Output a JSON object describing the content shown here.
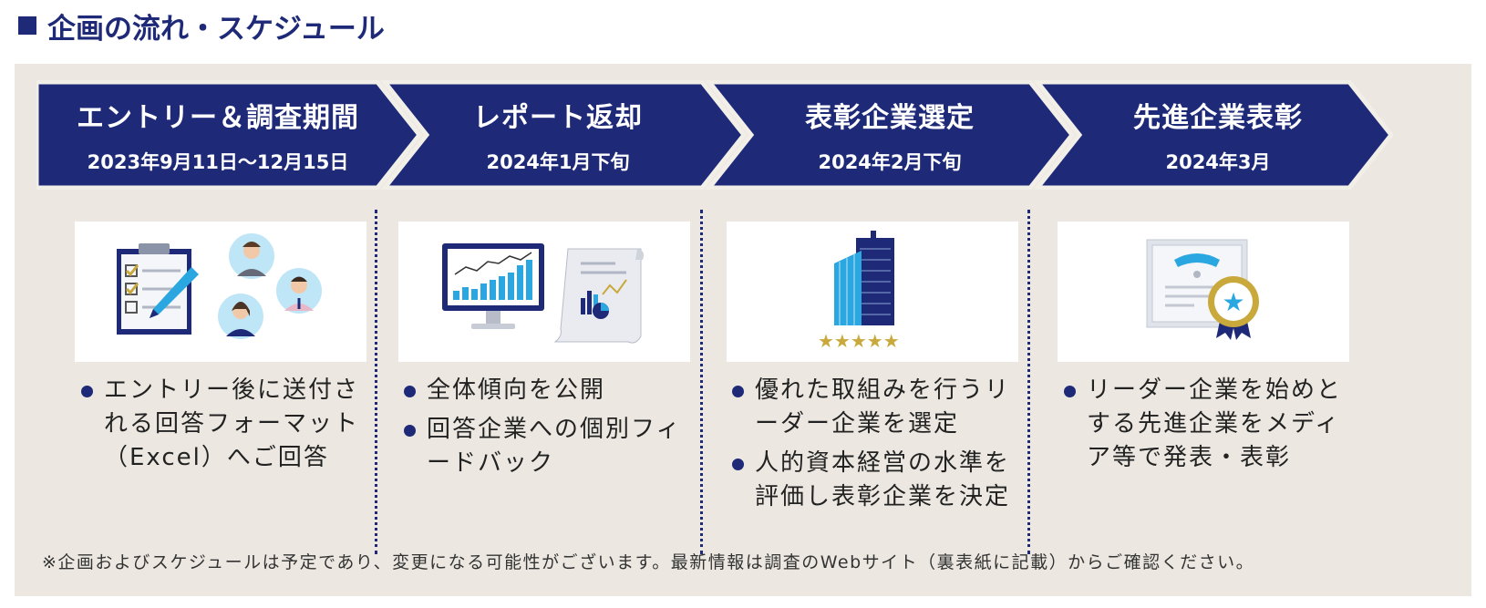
{
  "section_title": "企画の流れ・スケジュール",
  "steps": [
    {
      "title": "エントリー＆調査期間",
      "date": "2023年9月11日～12月15日",
      "bullets": [
        "エントリー後に送付される回答フォーマット（Excel）へご回答"
      ]
    },
    {
      "title": "レポート返却",
      "date": "2024年1月下旬",
      "bullets": [
        "全体傾向を公開",
        "回答企業への個別フィードバック"
      ]
    },
    {
      "title": "表彰企業選定",
      "date": "2024年2月下旬",
      "bullets": [
        "優れた取組みを行うリーダー企業を選定",
        "人的資本経営の水準を評価し表彰企業を決定"
      ]
    },
    {
      "title": "先進企業表彰",
      "date": "2024年3月",
      "bullets": [
        "リーダー企業を始めとする先進企業をメディア等で発表・表彰"
      ]
    }
  ],
  "note": "※企画およびスケジュールは予定であり、変更になる可能性がございます。最新情報は調査のWebサイト（裏表紙に記載）からご確認ください。",
  "icons": [
    "checklist-pen-icon",
    "people-icon",
    "monitor-chart-icon",
    "report-document-icon",
    "building-stars-icon",
    "certificate-award-icon"
  ],
  "colors": {
    "accent": "#1e2a78",
    "panel": "#ece8e1",
    "sky": "#2aa7e0",
    "gold": "#c9a83c"
  }
}
